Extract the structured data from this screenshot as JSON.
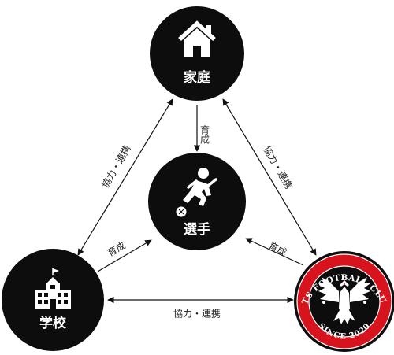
{
  "nodes": {
    "home": {
      "label": "家庭",
      "icon": "house-icon"
    },
    "player": {
      "label": "選手",
      "icon": "soccer-player-icon"
    },
    "school": {
      "label": "学校",
      "icon": "school-building-icon"
    },
    "club": {
      "icon": "phoenix-emblem-icon",
      "top_text": "FTS FOOTBALL CLUB",
      "bottom_text": "SINCE 2020"
    }
  },
  "edges": {
    "home_to_player": "育成",
    "school_to_player": "育成",
    "club_to_player": "育成",
    "home_school": "協力・連携",
    "home_club": "協力・連携",
    "school_club": "協力・連携"
  },
  "colors": {
    "node_fill": "#0d0d0d",
    "club_ring": "#d7141d",
    "line": "#111111"
  }
}
